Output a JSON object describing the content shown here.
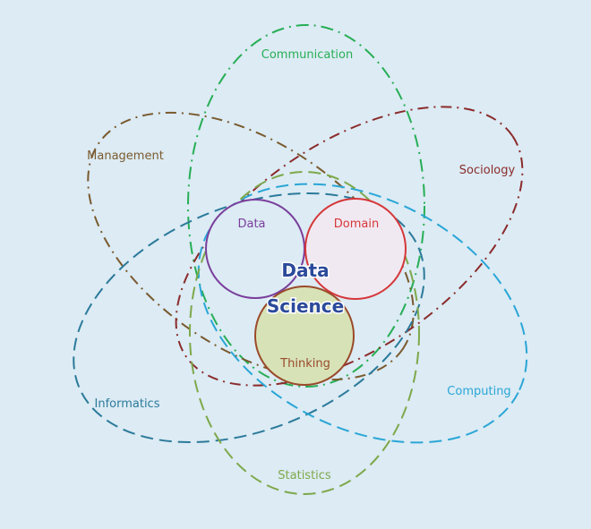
{
  "outer_domains": [
    {
      "id": "communication",
      "label": "Communication",
      "color": "#27ae55"
    },
    {
      "id": "management",
      "label": "Management",
      "color": "#7a5a2e"
    },
    {
      "id": "sociology",
      "label": "Sociology",
      "color": "#8b2b2b"
    },
    {
      "id": "informatics",
      "label": "Informatics",
      "color": "#2b7a9a"
    },
    {
      "id": "computing",
      "label": "Computing",
      "color": "#2aa6d6"
    },
    {
      "id": "statistics",
      "label": "Statistics",
      "color": "#7ea84a"
    }
  ],
  "core": {
    "title_line1": "Data",
    "title_line2": "Science",
    "circles": [
      {
        "id": "data",
        "label": "Data",
        "stroke": "#7a3f9c",
        "fill": "#dcebf4",
        "text_color": "#7a3f9c"
      },
      {
        "id": "domain",
        "label": "Domain",
        "stroke": "#d6373a",
        "fill": "#f1e9f1",
        "text_color": "#d6373a"
      },
      {
        "id": "thinking",
        "label": "Thinking",
        "stroke": "#9a4a2a",
        "fill": "#d7e2b7",
        "text_color": "#9a4a2a"
      }
    ]
  }
}
